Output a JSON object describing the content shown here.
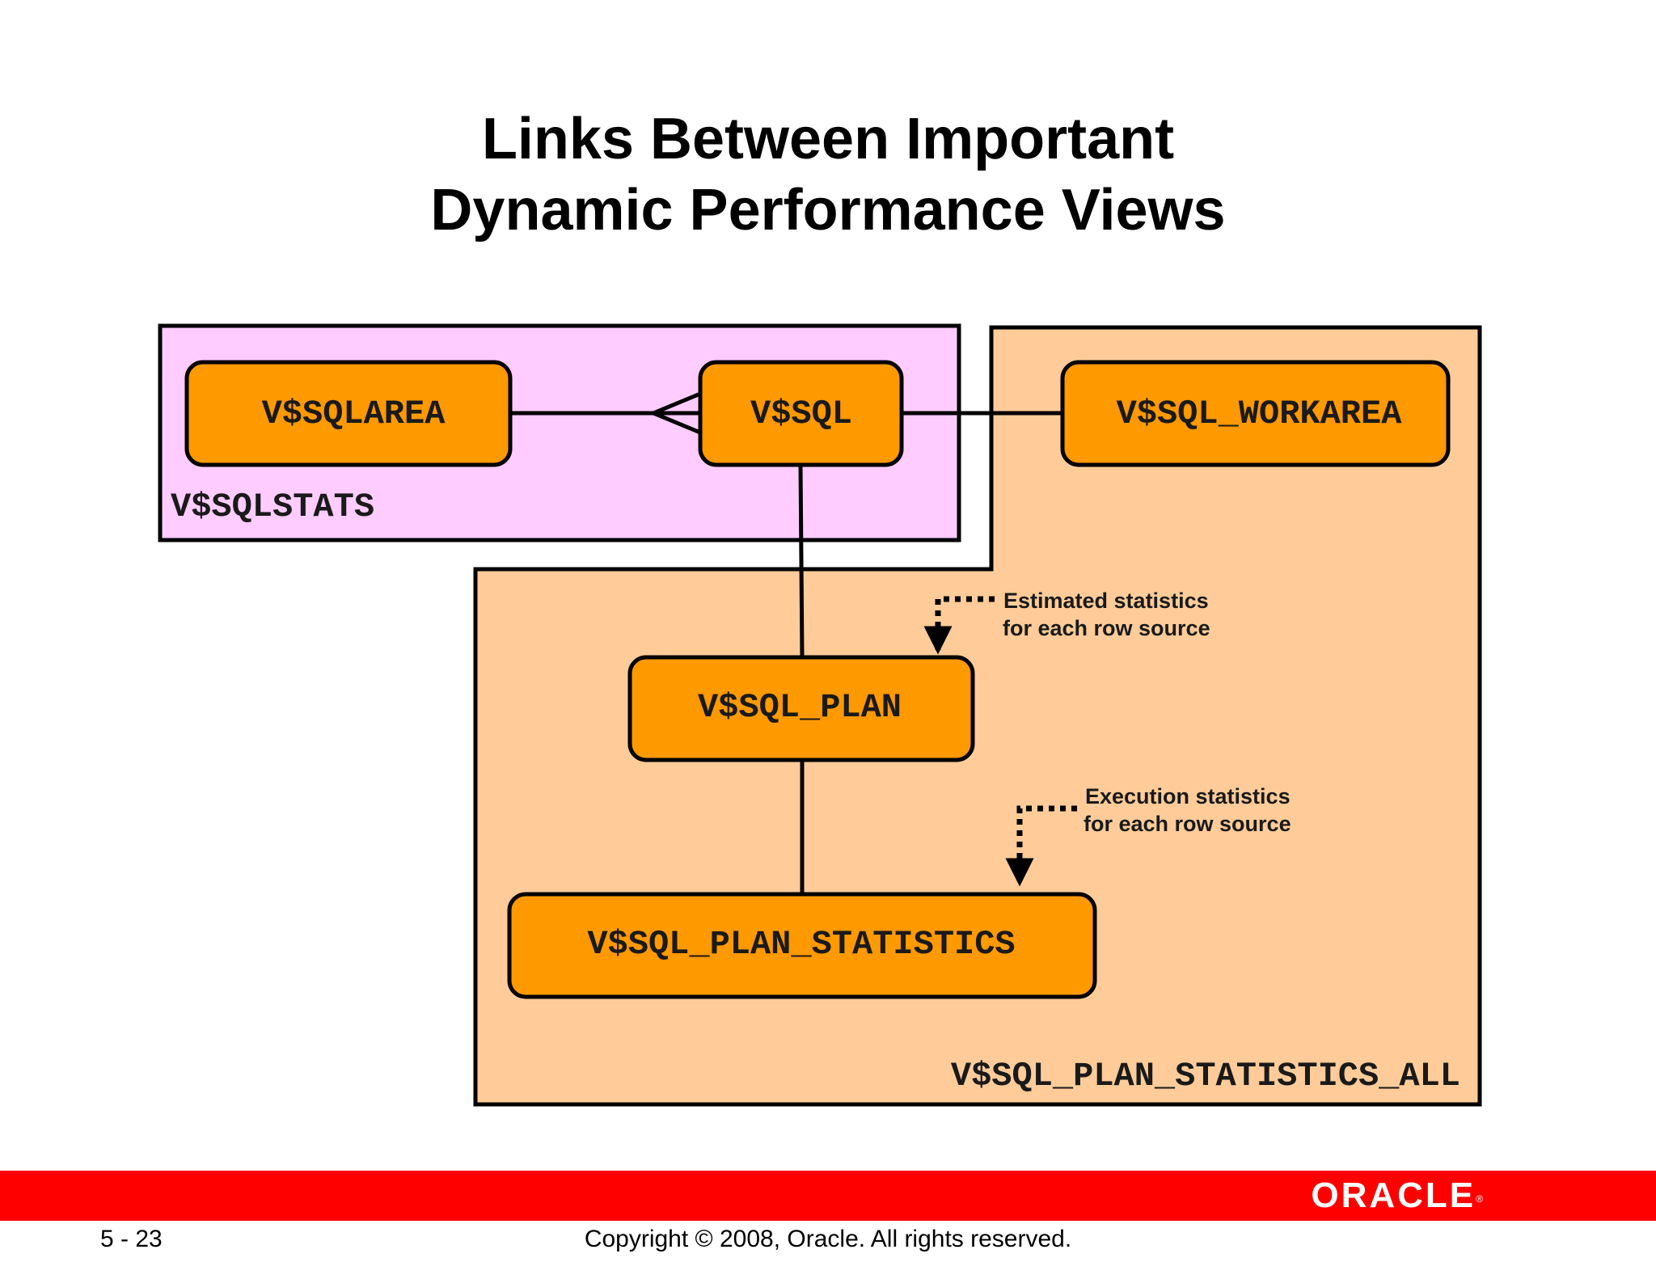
{
  "title": {
    "line1": "Links Between Important",
    "line2": "Dynamic Performance Views"
  },
  "regions": {
    "sqlstats": "V$SQLSTATS",
    "plan_statistics_all": "V$SQL_PLAN_STATISTICS_ALL"
  },
  "views": {
    "sqlarea": "V$SQLAREA",
    "sql": "V$SQL",
    "workarea": "V$SQL_WORKAREA",
    "plan": "V$SQL_PLAN",
    "plan_statistics": "V$SQL_PLAN_STATISTICS"
  },
  "notes": {
    "estimated_line1": "Estimated statistics",
    "estimated_line2": "for each row source",
    "execution_line1": "Execution statistics",
    "execution_line2": "for each row source"
  },
  "footer": {
    "page_number": "5 - 23",
    "copyright": "Copyright © 2008, Oracle. All rights reserved.",
    "logo": "ORACLE",
    "logo_mark": "®"
  },
  "colors": {
    "view_box_fill": "#ff9900",
    "sqlstats_region_fill": "#ffccff",
    "plan_statistics_all_region_fill": "#ffcc99",
    "footer_bar": "#ff0000"
  }
}
